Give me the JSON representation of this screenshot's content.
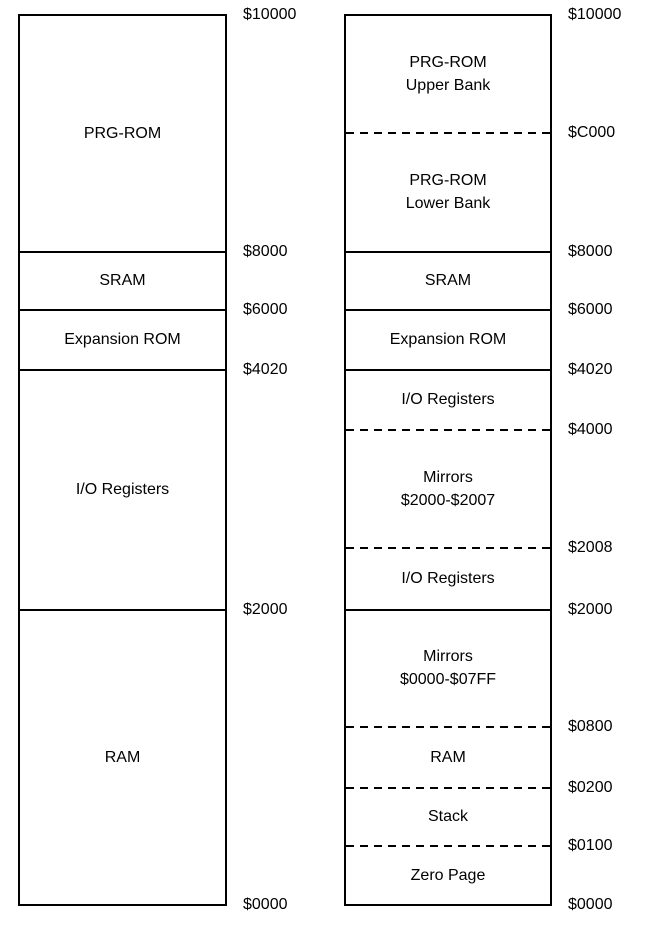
{
  "left_map": {
    "regions": [
      {
        "label": "PRG-ROM"
      },
      {
        "label": "SRAM"
      },
      {
        "label": "Expansion ROM"
      },
      {
        "label": "I/O Registers"
      },
      {
        "label": "RAM"
      }
    ],
    "boundaries": [
      {
        "address": "$10000"
      },
      {
        "address": "$8000"
      },
      {
        "address": "$6000"
      },
      {
        "address": "$4020"
      },
      {
        "address": "$2000"
      },
      {
        "address": "$0000"
      }
    ]
  },
  "right_map": {
    "regions": [
      {
        "lines": [
          "PRG-ROM",
          "Upper Bank"
        ]
      },
      {
        "lines": [
          "PRG-ROM",
          "Lower Bank"
        ]
      },
      {
        "lines": [
          "SRAM"
        ]
      },
      {
        "lines": [
          "Expansion ROM"
        ]
      },
      {
        "lines": [
          "I/O Registers"
        ]
      },
      {
        "lines": [
          "Mirrors",
          "$2000-$2007"
        ]
      },
      {
        "lines": [
          "I/O Registers"
        ]
      },
      {
        "lines": [
          "Mirrors",
          "$0000-$07FF"
        ]
      },
      {
        "lines": [
          "RAM"
        ]
      },
      {
        "lines": [
          "Stack"
        ]
      },
      {
        "lines": [
          "Zero Page"
        ]
      }
    ],
    "boundaries": [
      {
        "address": "$10000"
      },
      {
        "address": "$C000"
      },
      {
        "address": "$8000"
      },
      {
        "address": "$6000"
      },
      {
        "address": "$4020"
      },
      {
        "address": "$4000"
      },
      {
        "address": "$2008"
      },
      {
        "address": "$2000"
      },
      {
        "address": "$0800"
      },
      {
        "address": "$0200"
      },
      {
        "address": "$0100"
      },
      {
        "address": "$0000"
      }
    ]
  },
  "colors": {
    "line": "#000000",
    "text": "#000000",
    "background": "#ffffff"
  }
}
